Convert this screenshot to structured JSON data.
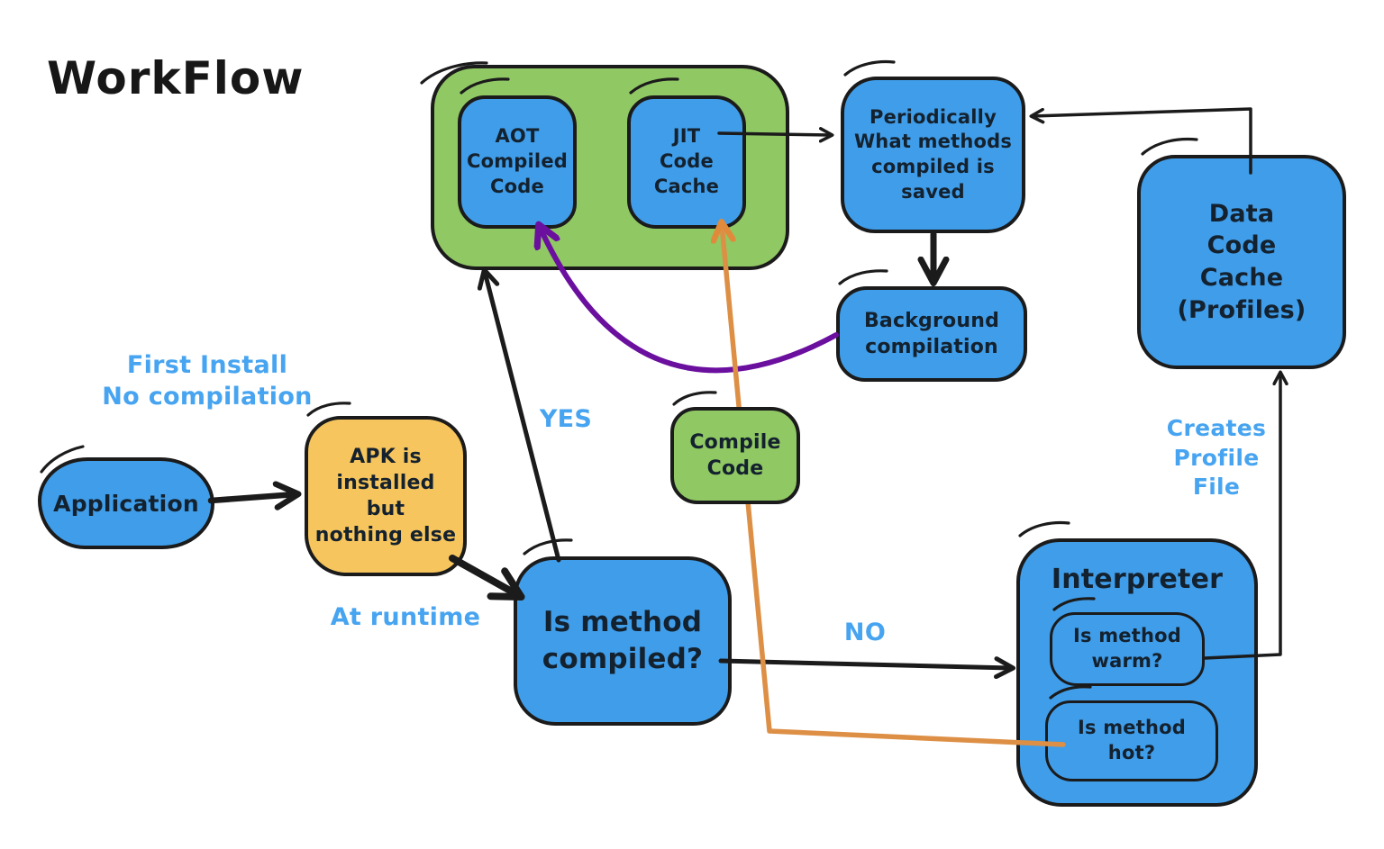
{
  "title": "WorkFlow",
  "colors": {
    "box_blue": "#3f9de9",
    "box_green": "#90c864",
    "box_yellow": "#f6c55d",
    "annotation_blue": "#47a4f0",
    "arrow_black": "#1b1b1b",
    "arrow_purple": "#6b0f9f",
    "arrow_orange": "#dd8f45",
    "box_text_dark": "#14212e"
  },
  "nodes": {
    "application": {
      "label": "Application"
    },
    "apk": {
      "label": "APK is\ninstalled\nbut\nnothing else"
    },
    "is_method_compiled": {
      "label": "Is method\ncompiled?"
    },
    "aot": {
      "label": "AOT\nCompiled\nCode"
    },
    "jit": {
      "label": "JIT\nCode\nCache"
    },
    "periodically": {
      "label": "Periodically\nWhat methods\ncompiled is\nsaved"
    },
    "background": {
      "label": "Background\ncompilation"
    },
    "compile_code": {
      "label": "Compile\nCode"
    },
    "data_code_cache": {
      "label": "Data\nCode\nCache\n(Profiles)"
    },
    "interpreter": {
      "label": "Interpreter"
    },
    "is_method_warm": {
      "label": "Is method\nwarm?"
    },
    "is_method_hot": {
      "label": "Is method\nhot?"
    }
  },
  "annotations": {
    "first_install": "First Install\nNo compilation",
    "at_runtime": "At runtime",
    "yes": "YES",
    "no": "NO",
    "creates_profile": "Creates\nProfile\nFile"
  }
}
